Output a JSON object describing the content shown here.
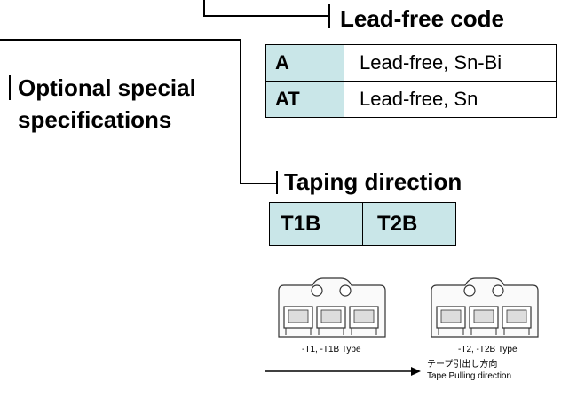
{
  "lead_free": {
    "title": "Lead-free code",
    "rows": [
      {
        "code": "A",
        "desc": "Lead-free, Sn-Bi"
      },
      {
        "code": "AT",
        "desc": "Lead-free, Sn"
      }
    ]
  },
  "optional": {
    "line1": "Optional special",
    "line2": "specifications"
  },
  "taping": {
    "title": "Taping direction",
    "codes": [
      "T1B",
      "T2B"
    ]
  },
  "figure": {
    "left_caption": "-T1, -T1B Type",
    "right_caption": "-T2, -T2B Type",
    "direction_jp": "テープ引出し方向",
    "direction_en": "Tape Pulling direction"
  },
  "colors": {
    "cell_fill": "#c9e6e8"
  }
}
